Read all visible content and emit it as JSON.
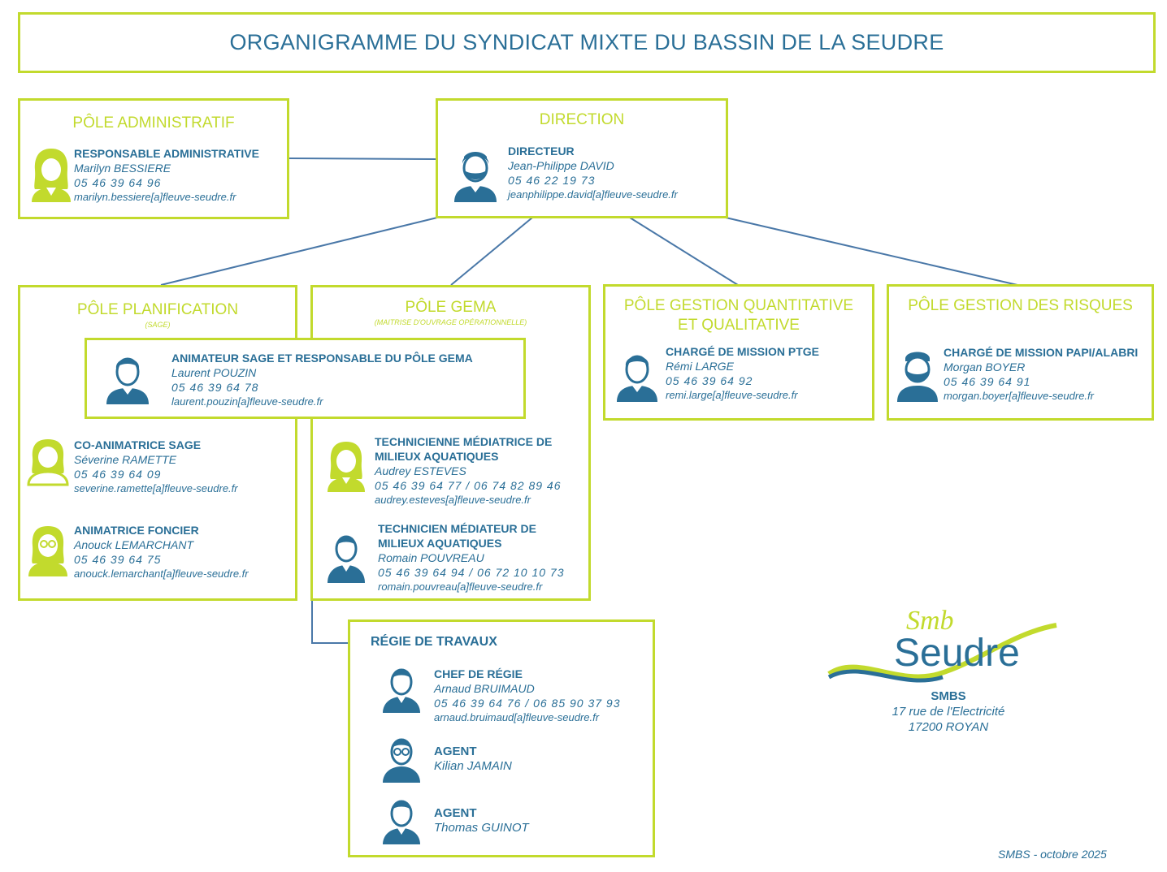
{
  "title": "ORGANIGRAMME DU SYNDICAT MIXTE DU BASSIN DE LA SEUDRE",
  "colors": {
    "accent": "#c2da2d",
    "primary": "#2a6f97"
  },
  "pole_admin": {
    "title": "PÔLE ADMINISTRATIF",
    "person": {
      "role": "RESPONSABLE ADMINISTRATIVE",
      "name": "Marilyn BESSIERE",
      "phone": "05 46 39 64 96",
      "email": "marilyn.bessiere[a]fleuve-seudre.fr",
      "avatar": "woman-icon"
    }
  },
  "direction": {
    "title": "DIRECTION",
    "person": {
      "role": "DIRECTEUR",
      "name": "Jean-Philippe DAVID",
      "phone": "05 46 22 19 73",
      "email": "jeanphilippe.david[a]fleuve-seudre.fr",
      "avatar": "bearded-man-icon"
    }
  },
  "pole_planif": {
    "title": "PÔLE PLANIFICATION",
    "subtitle": "(SAGE)",
    "people": [
      {
        "role": "CO-ANIMATRICE SAGE",
        "name": "Séverine RAMETTE",
        "phone": "05 46 39 64 09",
        "email": "severine.ramette[a]fleuve-seudre.fr",
        "avatar": "woman-icon"
      },
      {
        "role": "ANIMATRICE FONCIER",
        "name": "Anouck LEMARCHANT",
        "phone": "05 46  39 64 75",
        "email": "anouck.lemarchant[a]fleuve-seudre.fr",
        "avatar": "woman-glasses-icon"
      }
    ]
  },
  "pole_gema": {
    "title": "PÔLE GEMA",
    "subtitle": "(MAITRISE D'OUVRAGE OPÉRATIONNELLE)",
    "people": [
      {
        "role_line1": "TECHNICIENNE MÉDIATRICE DE",
        "role_line2": "MILIEUX AQUATIQUES",
        "name": "Audrey ESTEVES",
        "phone": "05 46 39 64 77 / 06 74 82 89 46",
        "email": "audrey.esteves[a]fleuve-seudre.fr",
        "avatar": "woman-icon"
      },
      {
        "role_line1": "TECHNICIEN MÉDIATEUR DE",
        "role_line2": "MILIEUX AQUATIQUES",
        "name": "Romain POUVREAU",
        "phone": "05 46 39 64 94 / 06 72 10 10 73",
        "email": "romain.pouvreau[a]fleuve-seudre.fr",
        "avatar": "man-icon"
      }
    ]
  },
  "shared": {
    "person": {
      "role": "ANIMATEUR SAGE ET RESPONSABLE DU PÔLE GEMA",
      "name": "Laurent POUZIN",
      "phone": "05 46 39 64 78",
      "email": "laurent.pouzin[a]fleuve-seudre.fr",
      "avatar": "man-icon"
    }
  },
  "pole_quant": {
    "title_line1": "PÔLE GESTION QUANTITATIVE",
    "title_line2": "ET QUALITATIVE",
    "person": {
      "role": "CHARGÉ DE MISSION PTGE",
      "name": "Rémi LARGE",
      "phone": "05 46 39 64 92",
      "email": "remi.large[a]fleuve-seudre.fr",
      "avatar": "man-icon"
    }
  },
  "pole_risques": {
    "title": "PÔLE GESTION DES RISQUES",
    "person": {
      "role": "CHARGÉ DE MISSION PAPI/ALABRI",
      "name": "Morgan BOYER",
      "phone": "05 46 39 64 91",
      "email": "morgan.boyer[a]fleuve-seudre.fr",
      "avatar": "bearded-man-icon"
    }
  },
  "regie": {
    "title": "RÉGIE DE TRAVAUX",
    "people": [
      {
        "role": "CHEF DE RÉGIE",
        "name": "Arnaud BRUIMAUD",
        "phone": "05 46 39 64 76 / 06 85 90 37 93",
        "email": "arnaud.bruimaud[a]fleuve-seudre.fr",
        "avatar": "man-icon"
      },
      {
        "role": "AGENT",
        "name": "Kilian JAMAIN",
        "avatar": "man-glasses-icon"
      },
      {
        "role": "AGENT",
        "name": "Thomas GUINOT",
        "avatar": "man-icon"
      }
    ]
  },
  "logo": {
    "script": "Smb",
    "word": "Seudre"
  },
  "address": {
    "org": "SMBS",
    "street": "17 rue de l'Electricité",
    "city": "17200 ROYAN"
  },
  "footer": "SMBS - octobre 2025"
}
